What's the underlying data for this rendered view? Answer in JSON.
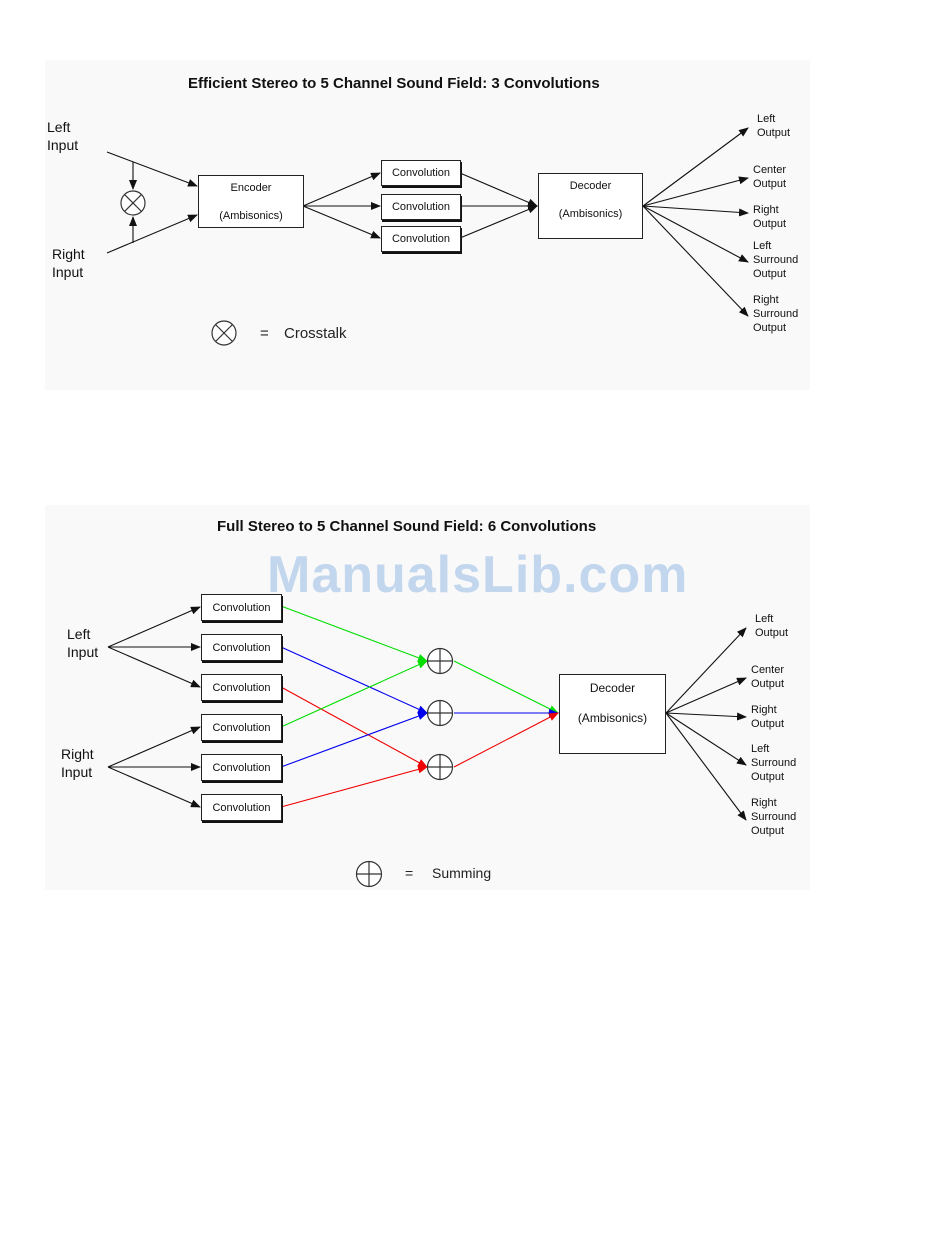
{
  "diagram1": {
    "title": "Efficient Stereo to 5 Channel Sound Field: 3 Convolutions",
    "inputs": {
      "left": [
        "Left",
        "Input"
      ],
      "right": [
        "Right",
        "Input"
      ]
    },
    "encoder": {
      "line1": "Encoder",
      "line2": "(Ambisonics)"
    },
    "convolutions": [
      "Convolution",
      "Convolution",
      "Convolution"
    ],
    "decoder": {
      "line1": "Decoder",
      "line2": "(Ambisonics)"
    },
    "outputs": [
      [
        "Left",
        "Output"
      ],
      [
        "Center",
        "Output"
      ],
      [
        "Right",
        "Output"
      ],
      [
        "Left",
        "Surround",
        "Output"
      ],
      [
        "Right",
        "Surround",
        "Output"
      ]
    ],
    "legend": {
      "equals": "=",
      "label": "Crosstalk"
    }
  },
  "diagram2": {
    "title": "Full Stereo to 5 Channel Sound Field: 6 Convolutions",
    "inputs": {
      "left": [
        "Left",
        "Input"
      ],
      "right": [
        "Right",
        "Input"
      ]
    },
    "convolutions": [
      "Convolution",
      "Convolution",
      "Convolution",
      "Convolution",
      "Convolution",
      "Convolution"
    ],
    "decoder": {
      "line1": "Decoder",
      "line2": "(Ambisonics)"
    },
    "outputs": [
      [
        "Left",
        "Output"
      ],
      [
        "Center",
        "Output"
      ],
      [
        "Right",
        "Output"
      ],
      [
        "Left",
        "Surround",
        "Output"
      ],
      [
        "Right",
        "Surround",
        "Output"
      ]
    ],
    "legend": {
      "equals": "=",
      "label": "Summing"
    },
    "wire_colors": {
      "green": "#00dd00",
      "blue": "#0000ee",
      "red": "#ee0000",
      "black": "#111111"
    }
  },
  "watermark": "ManualsLib.com"
}
